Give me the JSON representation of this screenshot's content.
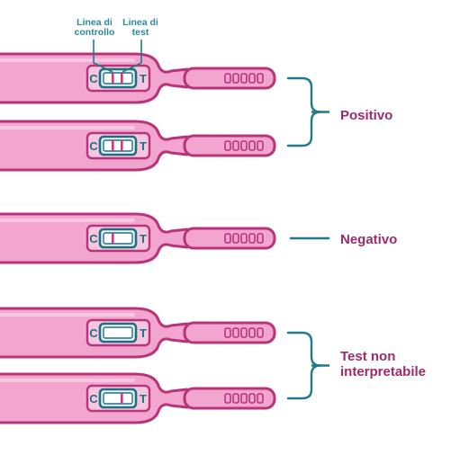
{
  "header": {
    "control_line_label": [
      "Linea di",
      "controllo"
    ],
    "test_line_label": [
      "Linea di",
      "test"
    ]
  },
  "window_letters": {
    "c": "C",
    "t": "T"
  },
  "results": [
    {
      "label_lines": [
        "Positivo"
      ]
    },
    {
      "label_lines": [
        "Negativo"
      ]
    },
    {
      "label_lines": [
        "Test non",
        "interpretabile"
      ]
    }
  ],
  "tests": [
    {
      "group": "positivo",
      "control_line": true,
      "test_line": true
    },
    {
      "group": "positivo",
      "control_line": true,
      "test_line": true
    },
    {
      "group": "negativo",
      "control_line": true,
      "test_line": false
    },
    {
      "group": "test-non-interpretabile",
      "control_line": false,
      "test_line": false
    },
    {
      "group": "test-non-interpretabile",
      "control_line": false,
      "test_line": true
    }
  ],
  "colors": {
    "body": "#f2a6cf",
    "body_light": "#f7c7e0",
    "outline": "#b8337a",
    "window_frame": "#1f6f82",
    "window_fill": "#eaf6f9",
    "line": "#d0357f",
    "bracket": "#1f7a8c",
    "text": "#9e2a6b",
    "accent_text": "#2a8a9a"
  }
}
